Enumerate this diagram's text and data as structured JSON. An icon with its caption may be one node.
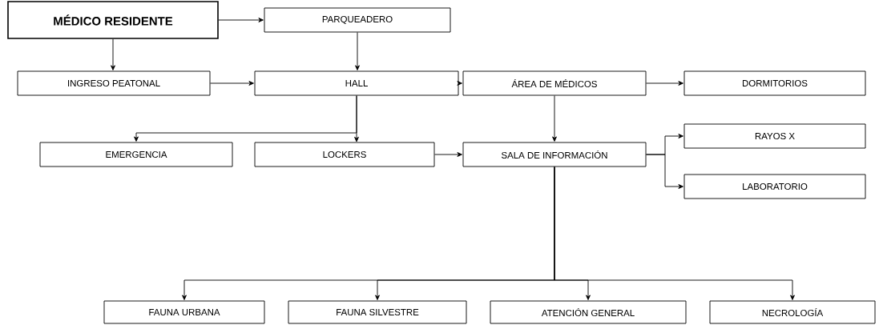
{
  "diagram": {
    "nodes": [
      {
        "text": [
          "MÉDICO RESIDENTE"
        ]
      },
      {
        "text": [
          "PARQUEADERO"
        ]
      },
      {
        "text": [
          "INGRESO PEATONAL"
        ]
      },
      {
        "text": [
          "HALL"
        ]
      },
      {
        "text": [
          "ÁREA DE MÉDICOS"
        ]
      },
      {
        "text": [
          "DORMITORIOS"
        ]
      },
      {
        "text": [
          "EMERGENCIA"
        ]
      },
      {
        "text": [
          "LOCKERS"
        ]
      },
      {
        "text": [
          "SALA DE INFORMACIÓN"
        ]
      },
      {
        "text": [
          "RAYOS X"
        ]
      },
      {
        "text": [
          "LABORATORIO"
        ]
      },
      {
        "text": [
          "FAUNA URBANA"
        ]
      },
      {
        "text": [
          "FAUNA SILVESTRE"
        ]
      },
      {
        "text": [
          "ATENCIÓN GENERAL"
        ]
      },
      {
        "text": [
          "NECROLOGÍA"
        ]
      }
    ],
    "edges": [
      {
        "from": 0,
        "to": 1,
        "arrow": "to"
      },
      {
        "from": 0,
        "to": 2,
        "arrow": "to"
      },
      {
        "from": 1,
        "to": 3,
        "arrow": "to"
      },
      {
        "from": 2,
        "to": 3,
        "arrow": "to"
      },
      {
        "from": 3,
        "to": 4,
        "arrow": "to"
      },
      {
        "from": 4,
        "to": 5,
        "arrow": "to"
      },
      {
        "from": 3,
        "to": 6,
        "arrow": "to"
      },
      {
        "from": 3,
        "to": 7,
        "arrow": "to"
      },
      {
        "from": 4,
        "to": 8,
        "arrow": "to"
      },
      {
        "from": 7,
        "to": 8,
        "arrow": "to"
      },
      {
        "from": 8,
        "to": 9,
        "arrow": "to"
      },
      {
        "from": 8,
        "to": 10,
        "arrow": "to"
      },
      {
        "from": 8,
        "to": 11,
        "arrow": "to"
      },
      {
        "from": 8,
        "to": 12,
        "arrow": "to"
      },
      {
        "from": 8,
        "to": 13,
        "arrow": "to"
      },
      {
        "from": 8,
        "to": 14,
        "arrow": "to"
      }
    ]
  }
}
